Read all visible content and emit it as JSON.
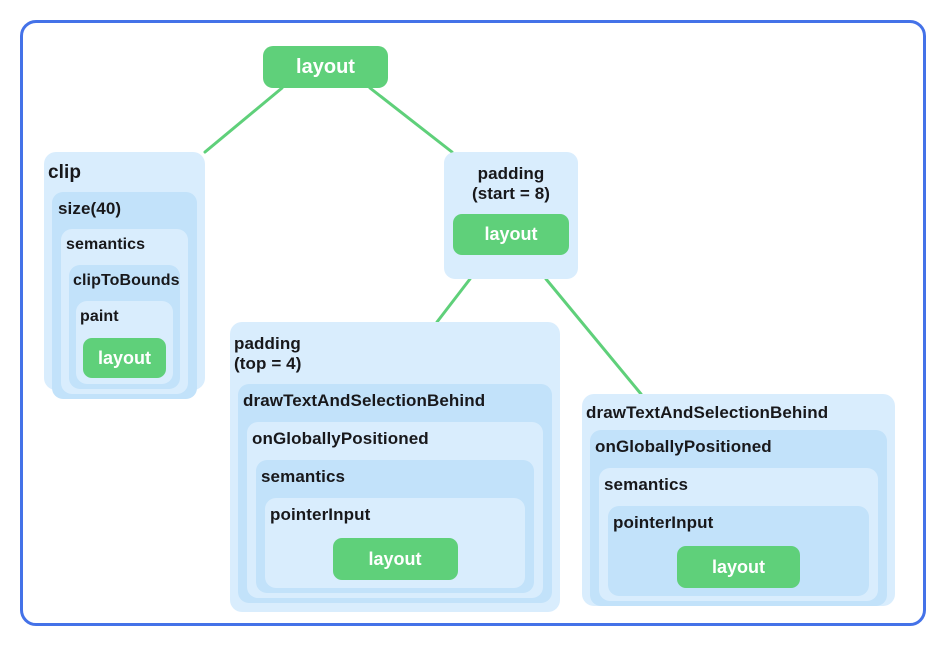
{
  "diagram": {
    "type": "tree",
    "title": "",
    "frame_color": "#4472e8",
    "leaf_color": "#5fd07a",
    "box_colors": [
      "#d9edfd",
      "#c2e2fa"
    ],
    "edge_color": "#5fd07a",
    "root": {
      "label": "layout",
      "kind": "leaf"
    },
    "children": [
      {
        "id": "clip-stack",
        "labels": [
          "clip",
          "size(40)",
          "semantics",
          "clipToBounds",
          "paint"
        ],
        "leaf": "layout"
      },
      {
        "id": "padding-start-8",
        "labels": [
          "padding\n(start = 8)"
        ],
        "leaf": "layout",
        "children": [
          {
            "id": "padding-top-4",
            "labels": [
              "padding\n(top = 4)",
              "drawTextAndSelectionBehind",
              "onGloballyPositioned",
              "semantics",
              "pointerInput"
            ],
            "leaf": "layout"
          },
          {
            "id": "draw-text-right",
            "labels": [
              "drawTextAndSelectionBehind",
              "onGloballyPositioned",
              "semantics",
              "pointerInput"
            ],
            "leaf": "layout"
          }
        ]
      }
    ],
    "nodes": {
      "root_layout": "layout",
      "clip": "clip",
      "size40": "size(40)",
      "semantics_left": "semantics",
      "clipToBounds": "clipToBounds",
      "paint": "paint",
      "layout_left": "layout",
      "padding_start": "padding\n(start = 8)",
      "layout_padding_start": "layout",
      "padding_top": "padding\n(top = 4)",
      "drawText_mid": "drawTextAndSelectionBehind",
      "onGlobally_mid": "onGloballyPositioned",
      "semantics_mid": "semantics",
      "pointerInput_mid": "pointerInput",
      "layout_mid": "layout",
      "drawText_right": "drawTextAndSelectionBehind",
      "onGlobally_right": "onGloballyPositioned",
      "semantics_right": "semantics",
      "pointerInput_right": "pointerInput",
      "layout_right": "layout"
    }
  }
}
